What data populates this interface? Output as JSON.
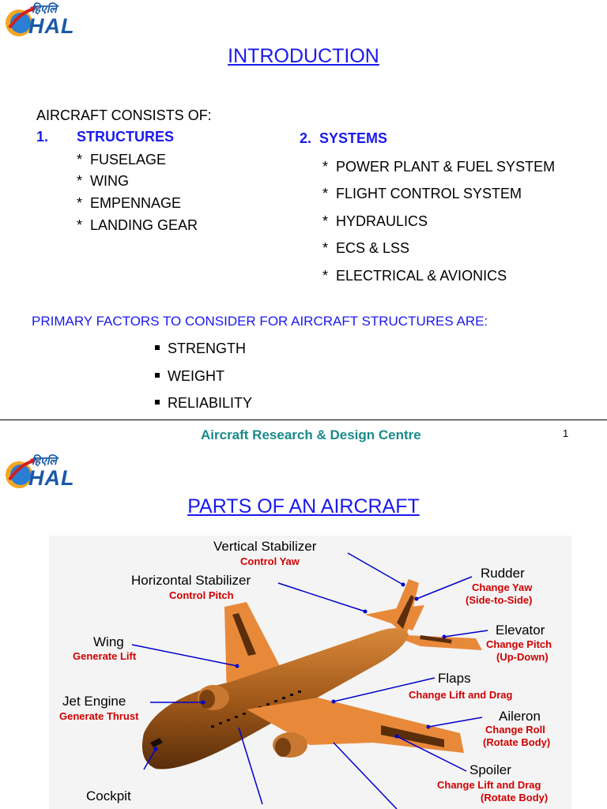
{
  "slide1": {
    "logo": {
      "hindi": "हिएलि",
      "brand": "HAL"
    },
    "title": "INTRODUCTION",
    "intro": "AIRCRAFT CONSISTS OF:",
    "structures": {
      "num": "1.",
      "heading": "STRUCTURES",
      "items": [
        "*  FUSELAGE",
        "*  WING",
        "*  EMPENNAGE",
        "*  LANDING GEAR"
      ]
    },
    "systems": {
      "heading": "2.  SYSTEMS",
      "items": [
        "*  POWER PLANT & FUEL SYSTEM",
        "*  FLIGHT CONTROL SYSTEM",
        "*  HYDRAULICS",
        "*  ECS & LSS",
        "*  ELECTRICAL & AVIONICS"
      ]
    },
    "primary": "PRIMARY FACTORS TO CONSIDER FOR AIRCRAFT STRUCTURES ARE:",
    "factors": [
      "STRENGTH",
      "WEIGHT",
      "RELIABILITY"
    ],
    "footer": "Aircraft Research & Design Centre",
    "page": "1"
  },
  "slide2": {
    "logo": {
      "hindi": "हिएलि",
      "brand": "HAL"
    },
    "title": "PARTS OF AN AIRCRAFT",
    "labels": {
      "vstab": "Vertical Stabilizer",
      "vstab_sub": "Control Yaw",
      "hstab": "Horizontal Stabilizer",
      "hstab_sub": "Control Pitch",
      "wing": "Wing",
      "wing_sub": "Generate Lift",
      "engine": "Jet Engine",
      "engine_sub": "Generate Thrust",
      "cockpit": "Cockpit",
      "rudder": "Rudder",
      "rudder_sub1": "Change Yaw",
      "rudder_sub2": "(Side-to-Side)",
      "elevator": "Elevator",
      "elevator_sub1": "Change Pitch",
      "elevator_sub2": "(Up-Down)",
      "flaps": "Flaps",
      "flaps_sub": "Change Lift and Drag",
      "aileron": "Aileron",
      "aileron_sub1": "Change Roll",
      "aileron_sub2": "(Rotate Body)",
      "spoiler": "Spoiler",
      "spoiler_sub1": "Change Lift and Drag",
      "spoiler_sub2": "(Rotate Body)"
    }
  },
  "colors": {
    "title_blue": "#1a1aee",
    "footer_teal": "#1a8a8a",
    "label_red": "#d00000",
    "aircraft_orange": "#e8893a"
  }
}
